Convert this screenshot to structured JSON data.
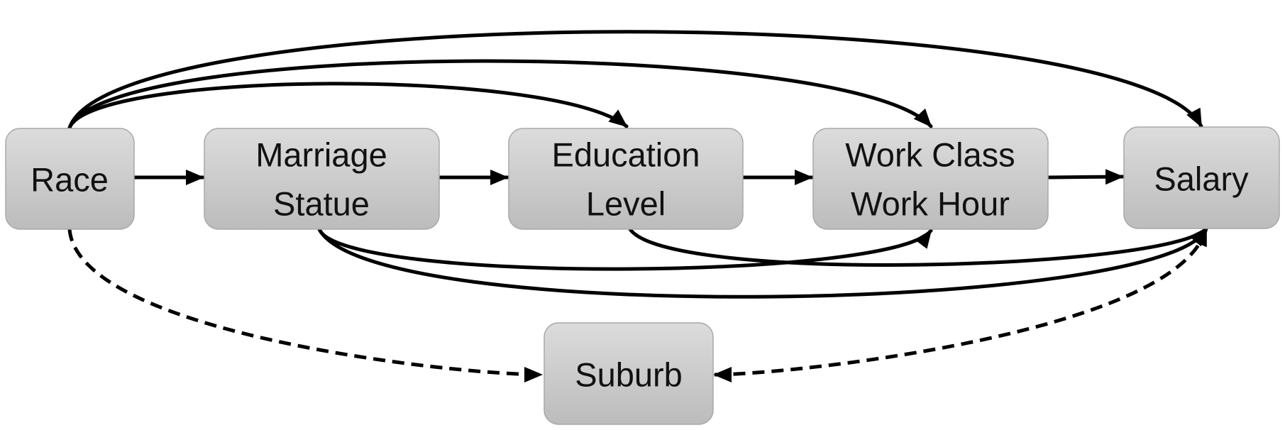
{
  "nodes": {
    "race": {
      "lines": [
        "Race"
      ]
    },
    "marriage": {
      "lines": [
        "Marriage",
        "Statue"
      ]
    },
    "education": {
      "lines": [
        "Education",
        "Level"
      ]
    },
    "work": {
      "lines": [
        "Work Class",
        "Work Hour"
      ]
    },
    "salary": {
      "lines": [
        "Salary"
      ]
    },
    "suburb": {
      "lines": [
        "Suburb"
      ]
    }
  },
  "edges": [
    {
      "from": "race",
      "to": "marriage",
      "style": "solid"
    },
    {
      "from": "marriage",
      "to": "education",
      "style": "solid"
    },
    {
      "from": "education",
      "to": "work",
      "style": "solid"
    },
    {
      "from": "work",
      "to": "salary",
      "style": "solid"
    },
    {
      "from": "race",
      "to": "education",
      "style": "solid"
    },
    {
      "from": "race",
      "to": "work",
      "style": "solid"
    },
    {
      "from": "race",
      "to": "salary",
      "style": "solid"
    },
    {
      "from": "marriage",
      "to": "work",
      "style": "solid"
    },
    {
      "from": "marriage",
      "to": "salary",
      "style": "solid"
    },
    {
      "from": "education",
      "to": "salary",
      "style": "solid"
    },
    {
      "from": "race",
      "to": "suburb",
      "style": "dashed"
    },
    {
      "from": "salary",
      "to": "suburb",
      "style": "dashed"
    }
  ],
  "colors": {
    "node_fill_top": "#dcdcdc",
    "node_fill_bottom": "#b9b9b9",
    "edge": "#000000"
  }
}
